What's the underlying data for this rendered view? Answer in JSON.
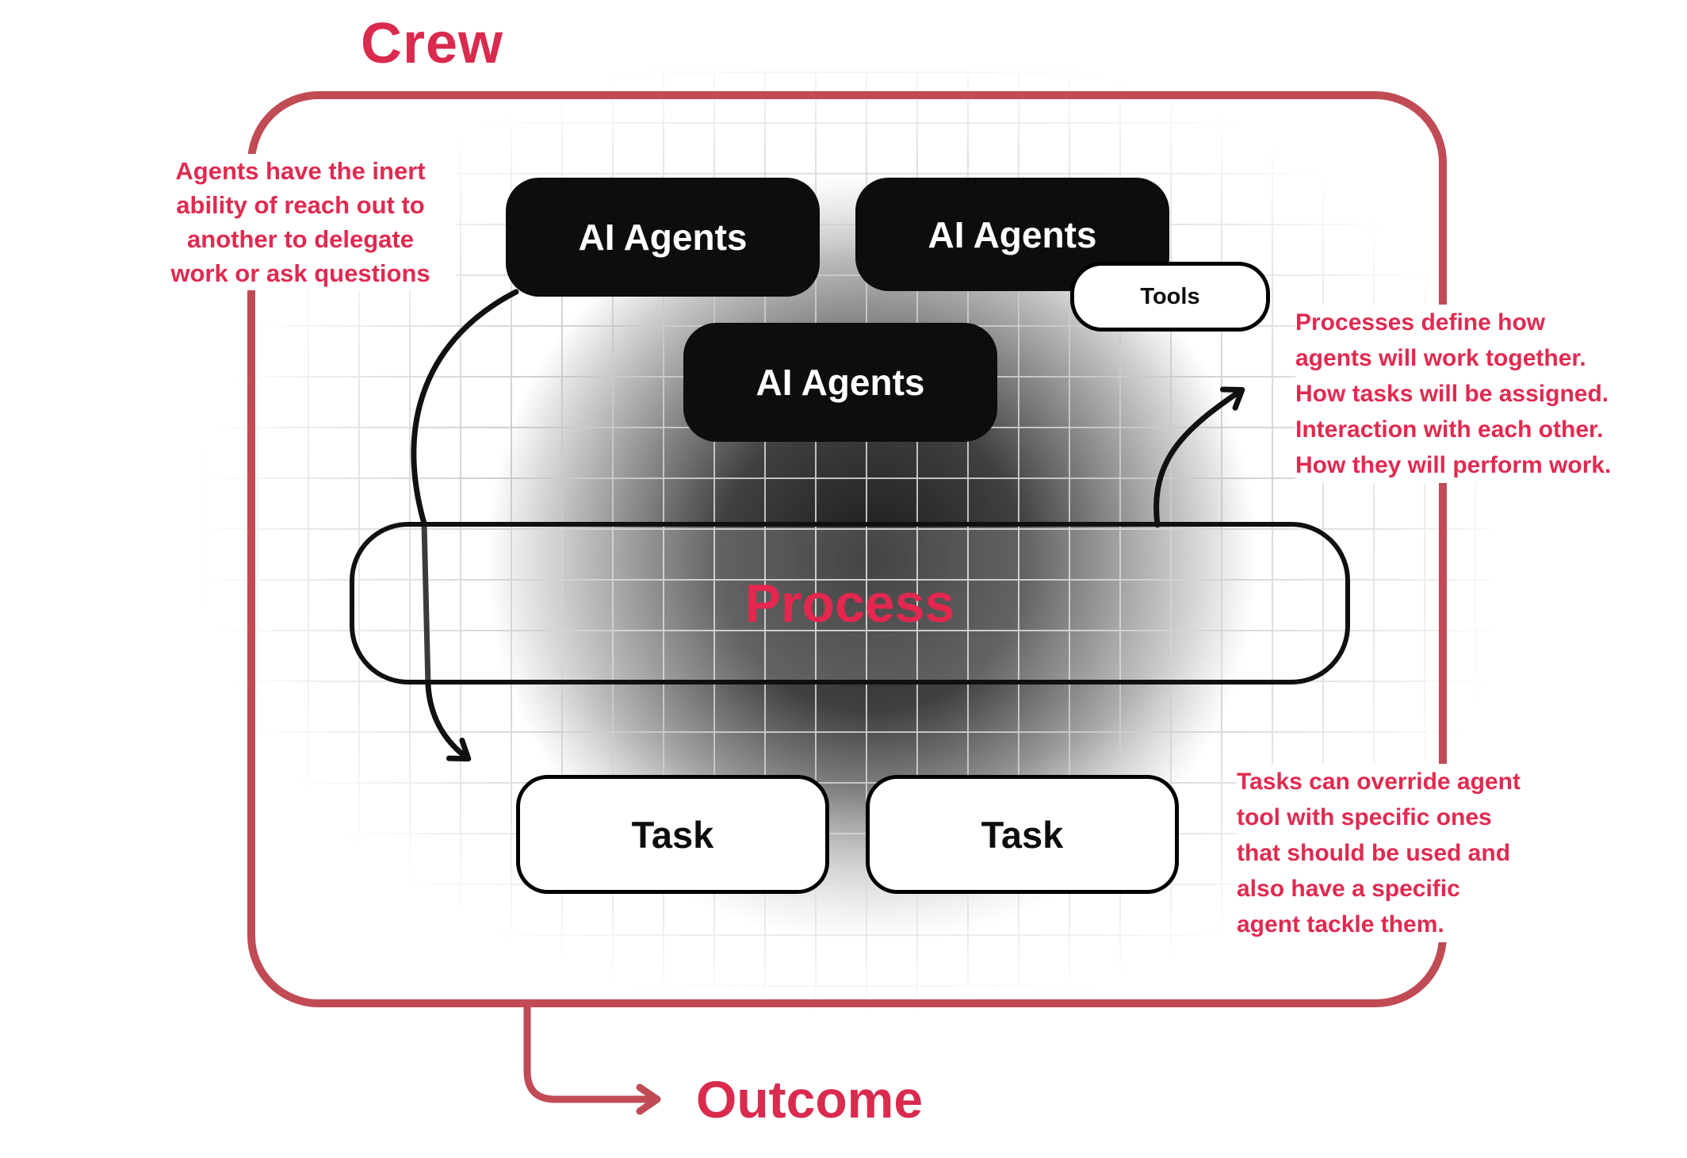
{
  "title": "Crew",
  "outcome": {
    "label": "Outcome"
  },
  "nodes": {
    "agents": [
      {
        "label": "AI Agents"
      },
      {
        "label": "AI Agents"
      },
      {
        "label": "AI Agents"
      }
    ],
    "tools": {
      "label": "Tools"
    },
    "process": {
      "label": "Process"
    },
    "tasks": [
      {
        "label": "Task"
      },
      {
        "label": "Task"
      }
    ]
  },
  "annotations": {
    "left": {
      "lines": [
        "Agents have the inert",
        "ability of reach out to",
        "another to delegate",
        "work or ask questions"
      ]
    },
    "right_top": {
      "lines": [
        "Processes define how",
        "agents will work together.",
        "How tasks will be assigned.",
        "Interaction with each other.",
        "How they will perform work."
      ]
    },
    "right_bottom": {
      "lines": [
        "Tasks can override agent",
        "tool with specific ones",
        "that should be used and",
        "also have a specific",
        "agent tackle them."
      ]
    }
  },
  "colors": {
    "crimson_text": "#e02a50",
    "frame_red": "#c14b55",
    "process_text": "#e3274e",
    "box_black": "#0d0d0d",
    "grid_gray": "#cacaca"
  }
}
